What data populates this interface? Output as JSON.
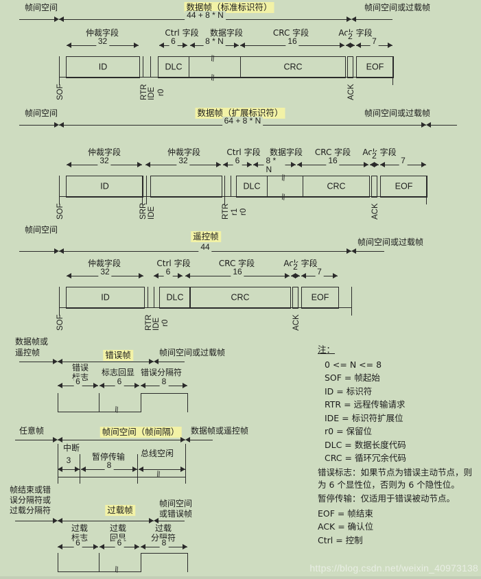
{
  "page": {
    "background": "#cedcc0",
    "highlight": "#f2f2a6",
    "line_color": "#2a2a2a",
    "watermark": "https://blog.csdn.net/weixin_40973138"
  },
  "diagrams": {
    "data_standard": {
      "title": "数据帧（标准标识符）",
      "left_label": "帧间空间",
      "right_label": "帧间空间或过载帧",
      "total_length": "44 + 8 * N",
      "fields": [
        {
          "name": "仲裁字段",
          "bits": "32",
          "box": "ID"
        },
        {
          "name": "Ctrl 字段",
          "bits": "6",
          "box": "DLC"
        },
        {
          "name": "数据字段",
          "bits": "8 * N",
          "box": ""
        },
        {
          "name": "CRC 字段",
          "bits": "16",
          "box": "CRC"
        },
        {
          "name": "Ack 字段",
          "bits": "2",
          "box": ""
        },
        {
          "name": "",
          "bits": "7",
          "box": "EOF"
        }
      ],
      "bit_labels": [
        "SOF",
        "RTR",
        "IDE",
        "r0",
        "ACK"
      ]
    },
    "data_extended": {
      "title": "数据帧（扩展标识符）",
      "left_label": "帧间空间",
      "right_label": "帧间空间或过载帧",
      "total_length": "64 + 8 * N",
      "fields": [
        {
          "name": "仲裁字段",
          "bits": "32",
          "box": "ID"
        },
        {
          "name": "仲裁字段",
          "bits": "32",
          "box": ""
        },
        {
          "name": "Ctrl 字段",
          "bits": "6",
          "box": "DLC"
        },
        {
          "name": "数据字段",
          "bits": "8 * N",
          "box": ""
        },
        {
          "name": "CRC 字段",
          "bits": "16",
          "box": "CRC"
        },
        {
          "name": "Ack 字段",
          "bits": "2",
          "box": ""
        },
        {
          "name": "",
          "bits": "7",
          "box": "EOF"
        }
      ],
      "bit_labels": [
        "SOF",
        "SRR",
        "IDE",
        "RTR",
        "r1",
        "r0",
        "ACK"
      ]
    },
    "remote": {
      "title": "遥控帧",
      "left_label": "帧间空间",
      "right_label": "帧间空间或过载帧",
      "total_length": "44",
      "fields": [
        {
          "name": "仲裁字段",
          "bits": "32",
          "box": "ID"
        },
        {
          "name": "Ctrl 字段",
          "bits": "6",
          "box": "DLC"
        },
        {
          "name": "CRC 字段",
          "bits": "16",
          "box": "CRC"
        },
        {
          "name": "Ack 字段",
          "bits": "2",
          "box": ""
        },
        {
          "name": "",
          "bits": "7",
          "box": "EOF"
        }
      ],
      "bit_labels": [
        "SOF",
        "RTR",
        "IDE",
        "r0",
        "ACK"
      ]
    },
    "error": {
      "title": "错误帧",
      "left_label": "数据帧或\n遥控帧",
      "right_label": "帧间空间或过载帧",
      "fields": [
        {
          "name": "错误\n标志",
          "bits": "6"
        },
        {
          "name": "标志回显",
          "bits": "6"
        },
        {
          "name": "错误分隔符",
          "bits": "8"
        }
      ]
    },
    "interframe": {
      "title": "帧间空间（帧间隔）",
      "left_label": "任意帧",
      "right_label": "数据帧或遥控帧",
      "fields": [
        {
          "name": "中断",
          "bits": "3"
        },
        {
          "name": "暂停传输",
          "bits": "8"
        },
        {
          "name": "总线空闲",
          "bits": ""
        }
      ]
    },
    "overload": {
      "title": "过载帧",
      "left_label": "帧结束或错\n误分隔符或\n过载分隔符",
      "right_label": "帧间空间\n或错误帧",
      "fields": [
        {
          "name": "过载\n标志",
          "bits": "6"
        },
        {
          "name": "过载\n回显",
          "bits": "6"
        },
        {
          "name": "过载\n分隔符",
          "bits": "8"
        }
      ]
    }
  },
  "notes": {
    "heading": "注：",
    "items": [
      "0 <= N <= 8",
      "SOF = 帧起始",
      "ID = 标识符",
      "RTR = 远程传输请求",
      "IDE = 标识符扩展位",
      "r0 = 保留位",
      "DLC = 数据长度代码",
      "CRC = 循环冗余代码",
      "错误标志：如果节点为错误主动节点，则为 6 个显性位，否则为 6 个隐性位。",
      "暂停传输：仅适用于错误被动节点。",
      "EOF = 帧结束",
      "ACK = 确认位",
      "Ctrl = 控制"
    ]
  }
}
